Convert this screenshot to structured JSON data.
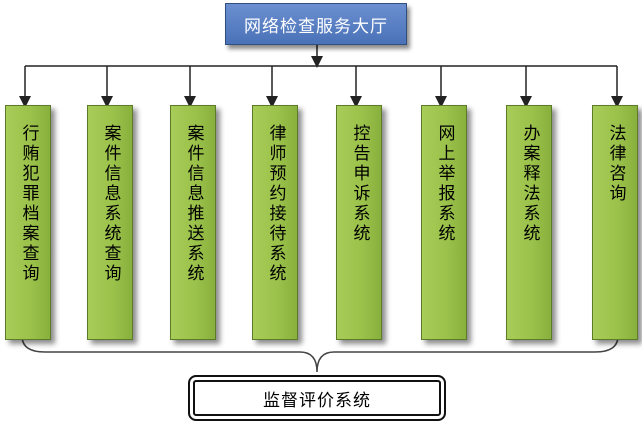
{
  "top": {
    "label": "网络检查服务大厅"
  },
  "systems": [
    {
      "label": "行贿犯罪档案查询"
    },
    {
      "label": "案件信息系统查询"
    },
    {
      "label": "案件信息推送系统"
    },
    {
      "label": "律师预约接待系统"
    },
    {
      "label": "控告申诉系统"
    },
    {
      "label": "网上举报系统"
    },
    {
      "label": "办案释法系统"
    },
    {
      "label": "法律咨询"
    }
  ],
  "bottom": {
    "label": "监督评价系统"
  },
  "colors": {
    "top_fill": "#5b80c4",
    "system_fill": "#9bc24b",
    "line": "#222222"
  }
}
